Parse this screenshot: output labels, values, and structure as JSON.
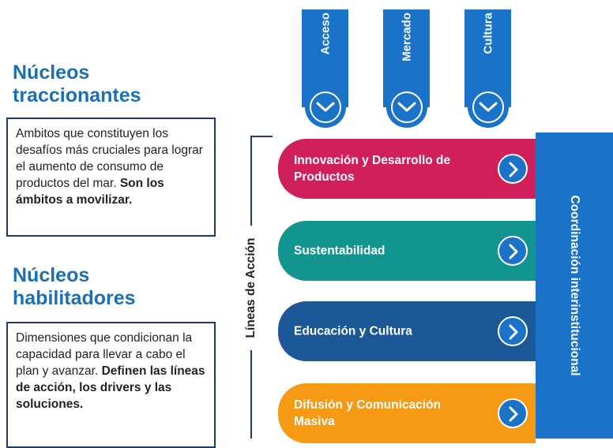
{
  "headings": {
    "traccionantes": [
      "Núcleos",
      "traccionantes"
    ],
    "habilitadores": [
      "Núcleos",
      "habilitadores"
    ]
  },
  "boxes": {
    "traccionantes": {
      "text": "Ambitos que constituyen los desafíos más cruciales para lograr el aumento de consumo de productos del mar. ",
      "bold": "Son los ámbitos a movilizar."
    },
    "habilitadores": {
      "text": "Dimensiones que condicionan la capacidad para llevar a cabo el plan y avanzar. ",
      "bold": "Definen las líneas de acción, los drivers y las soluciones."
    }
  },
  "tabs": [
    "Acceso",
    "Mercado",
    "Cultura"
  ],
  "lineas_label": "Líneas de Acción",
  "bars": [
    {
      "label": "Innovación y Desarrollo de Productos",
      "color": "#d11f5c"
    },
    {
      "label": "Sustentabilidad",
      "color": "#13958f"
    },
    {
      "label": "Educación y Cultura",
      "color": "#1c5797"
    },
    {
      "label": "Difusión y Comunicación Masiva",
      "color": "#f59a12"
    }
  ],
  "coordinacion_label": "Coordinación interinstitucional",
  "colors": {
    "accent": "#1a73c8",
    "heading": "#1a6fb5",
    "border": "#1e3a68"
  }
}
